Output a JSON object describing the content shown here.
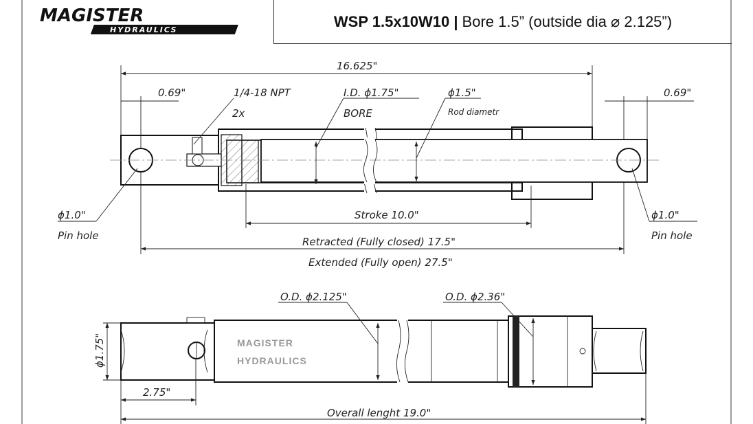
{
  "logo": {
    "brand": "MAGISTER",
    "sub": "HYDRAULICS"
  },
  "title": {
    "model": "WSP 1.5x10W10 |",
    "rest": "Bore 1.5” (outside dia ⌀ 2.125”)"
  },
  "section_view": {
    "overall_between_ends": "16.625\"",
    "left_offset": "0.69\"",
    "right_offset": "0.69\"",
    "port": "1/4-18 NPT",
    "port_qty": "2x",
    "inner_dia": "I.D. ϕ1.75\"",
    "bore_label": "BORE",
    "rod_dia": "ϕ1.5\"",
    "rod_label": "Rod diametr",
    "left_pin": "ϕ1.0\"",
    "left_pin_label": "Pin hole",
    "right_pin": "ϕ1.0\"",
    "right_pin_label": "Pin hole",
    "stroke": "Stroke 10.0\"",
    "retracted": "Retracted (Fully closed) 17.5\"",
    "extended": "Extended (Fully open) 27.5\""
  },
  "exterior_view": {
    "barrel_od": "O.D. ϕ2.125\"",
    "gland_od": "O.D. ϕ2.36\"",
    "clevis_dia": "ϕ1.75\"",
    "clevis_len": "2.75\"",
    "overall": "Overall lenght 19.0\"",
    "watermark_1": "MAGISTER",
    "watermark_2": "HYDRAULICS"
  }
}
